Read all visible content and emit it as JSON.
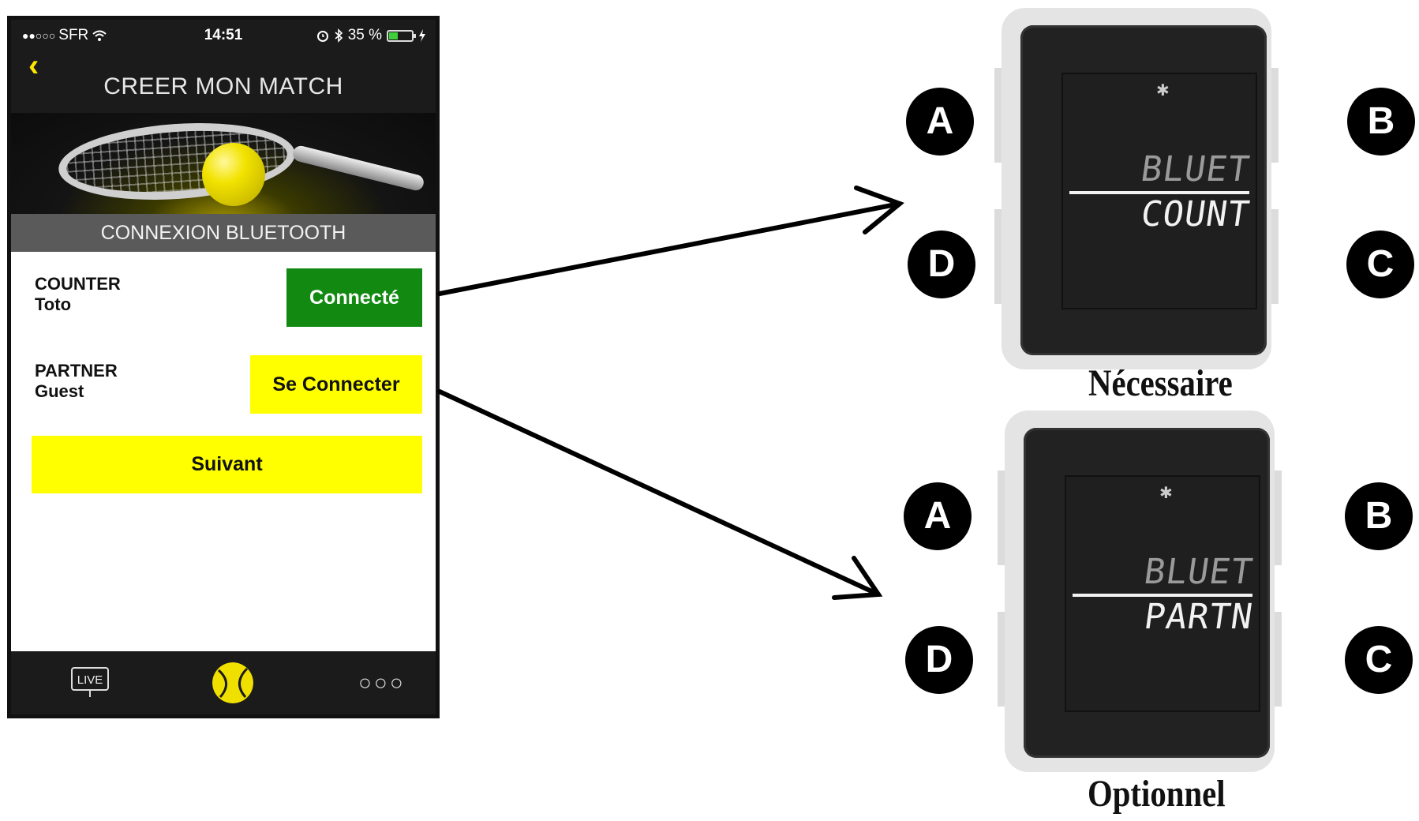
{
  "phone": {
    "status": {
      "signal": "●●○○○",
      "carrier": "SFR",
      "wifi_icon": "wifi-icon",
      "time": "14:51",
      "alarm_icon": "alarm-icon",
      "bluetooth_icon": "bluetooth-icon",
      "battery_text": "35 %",
      "battery_level": 0.35,
      "charging_icon": "bolt-icon"
    },
    "back_glyph": "‹",
    "title": "CREER MON MATCH",
    "section_header": "CONNEXION BLUETOOTH",
    "devices": [
      {
        "name": "COUNTER",
        "user": "Toto",
        "button": "Connecté",
        "state": "connected"
      },
      {
        "name": "PARTNER",
        "user": "Guest",
        "button": "Se Connecter",
        "state": "disconnected"
      }
    ],
    "next_button": "Suivant",
    "tabs": [
      {
        "label": "LIVE",
        "icon": "live-tv-icon"
      },
      {
        "label": "",
        "icon": "tennis-ball-icon",
        "active": true
      },
      {
        "label": "○○○",
        "icon": "more-icon"
      }
    ]
  },
  "watches": [
    {
      "line1": "BLUET",
      "line2": "COUNT",
      "caption": "Nécessaire",
      "buttons": {
        "top_left": "A",
        "top_right": "B",
        "bottom_right": "C",
        "bottom_left": "D"
      }
    },
    {
      "line1": "BLUET",
      "line2": "PARTN",
      "caption": "Optionnel",
      "buttons": {
        "top_left": "A",
        "top_right": "B",
        "bottom_right": "C",
        "bottom_left": "D"
      }
    }
  ],
  "colors": {
    "accent_yellow": "#ffff00",
    "connected_green": "#128a12",
    "ball_yellow": "#f0e000",
    "battery_green": "#3ecf3a"
  }
}
